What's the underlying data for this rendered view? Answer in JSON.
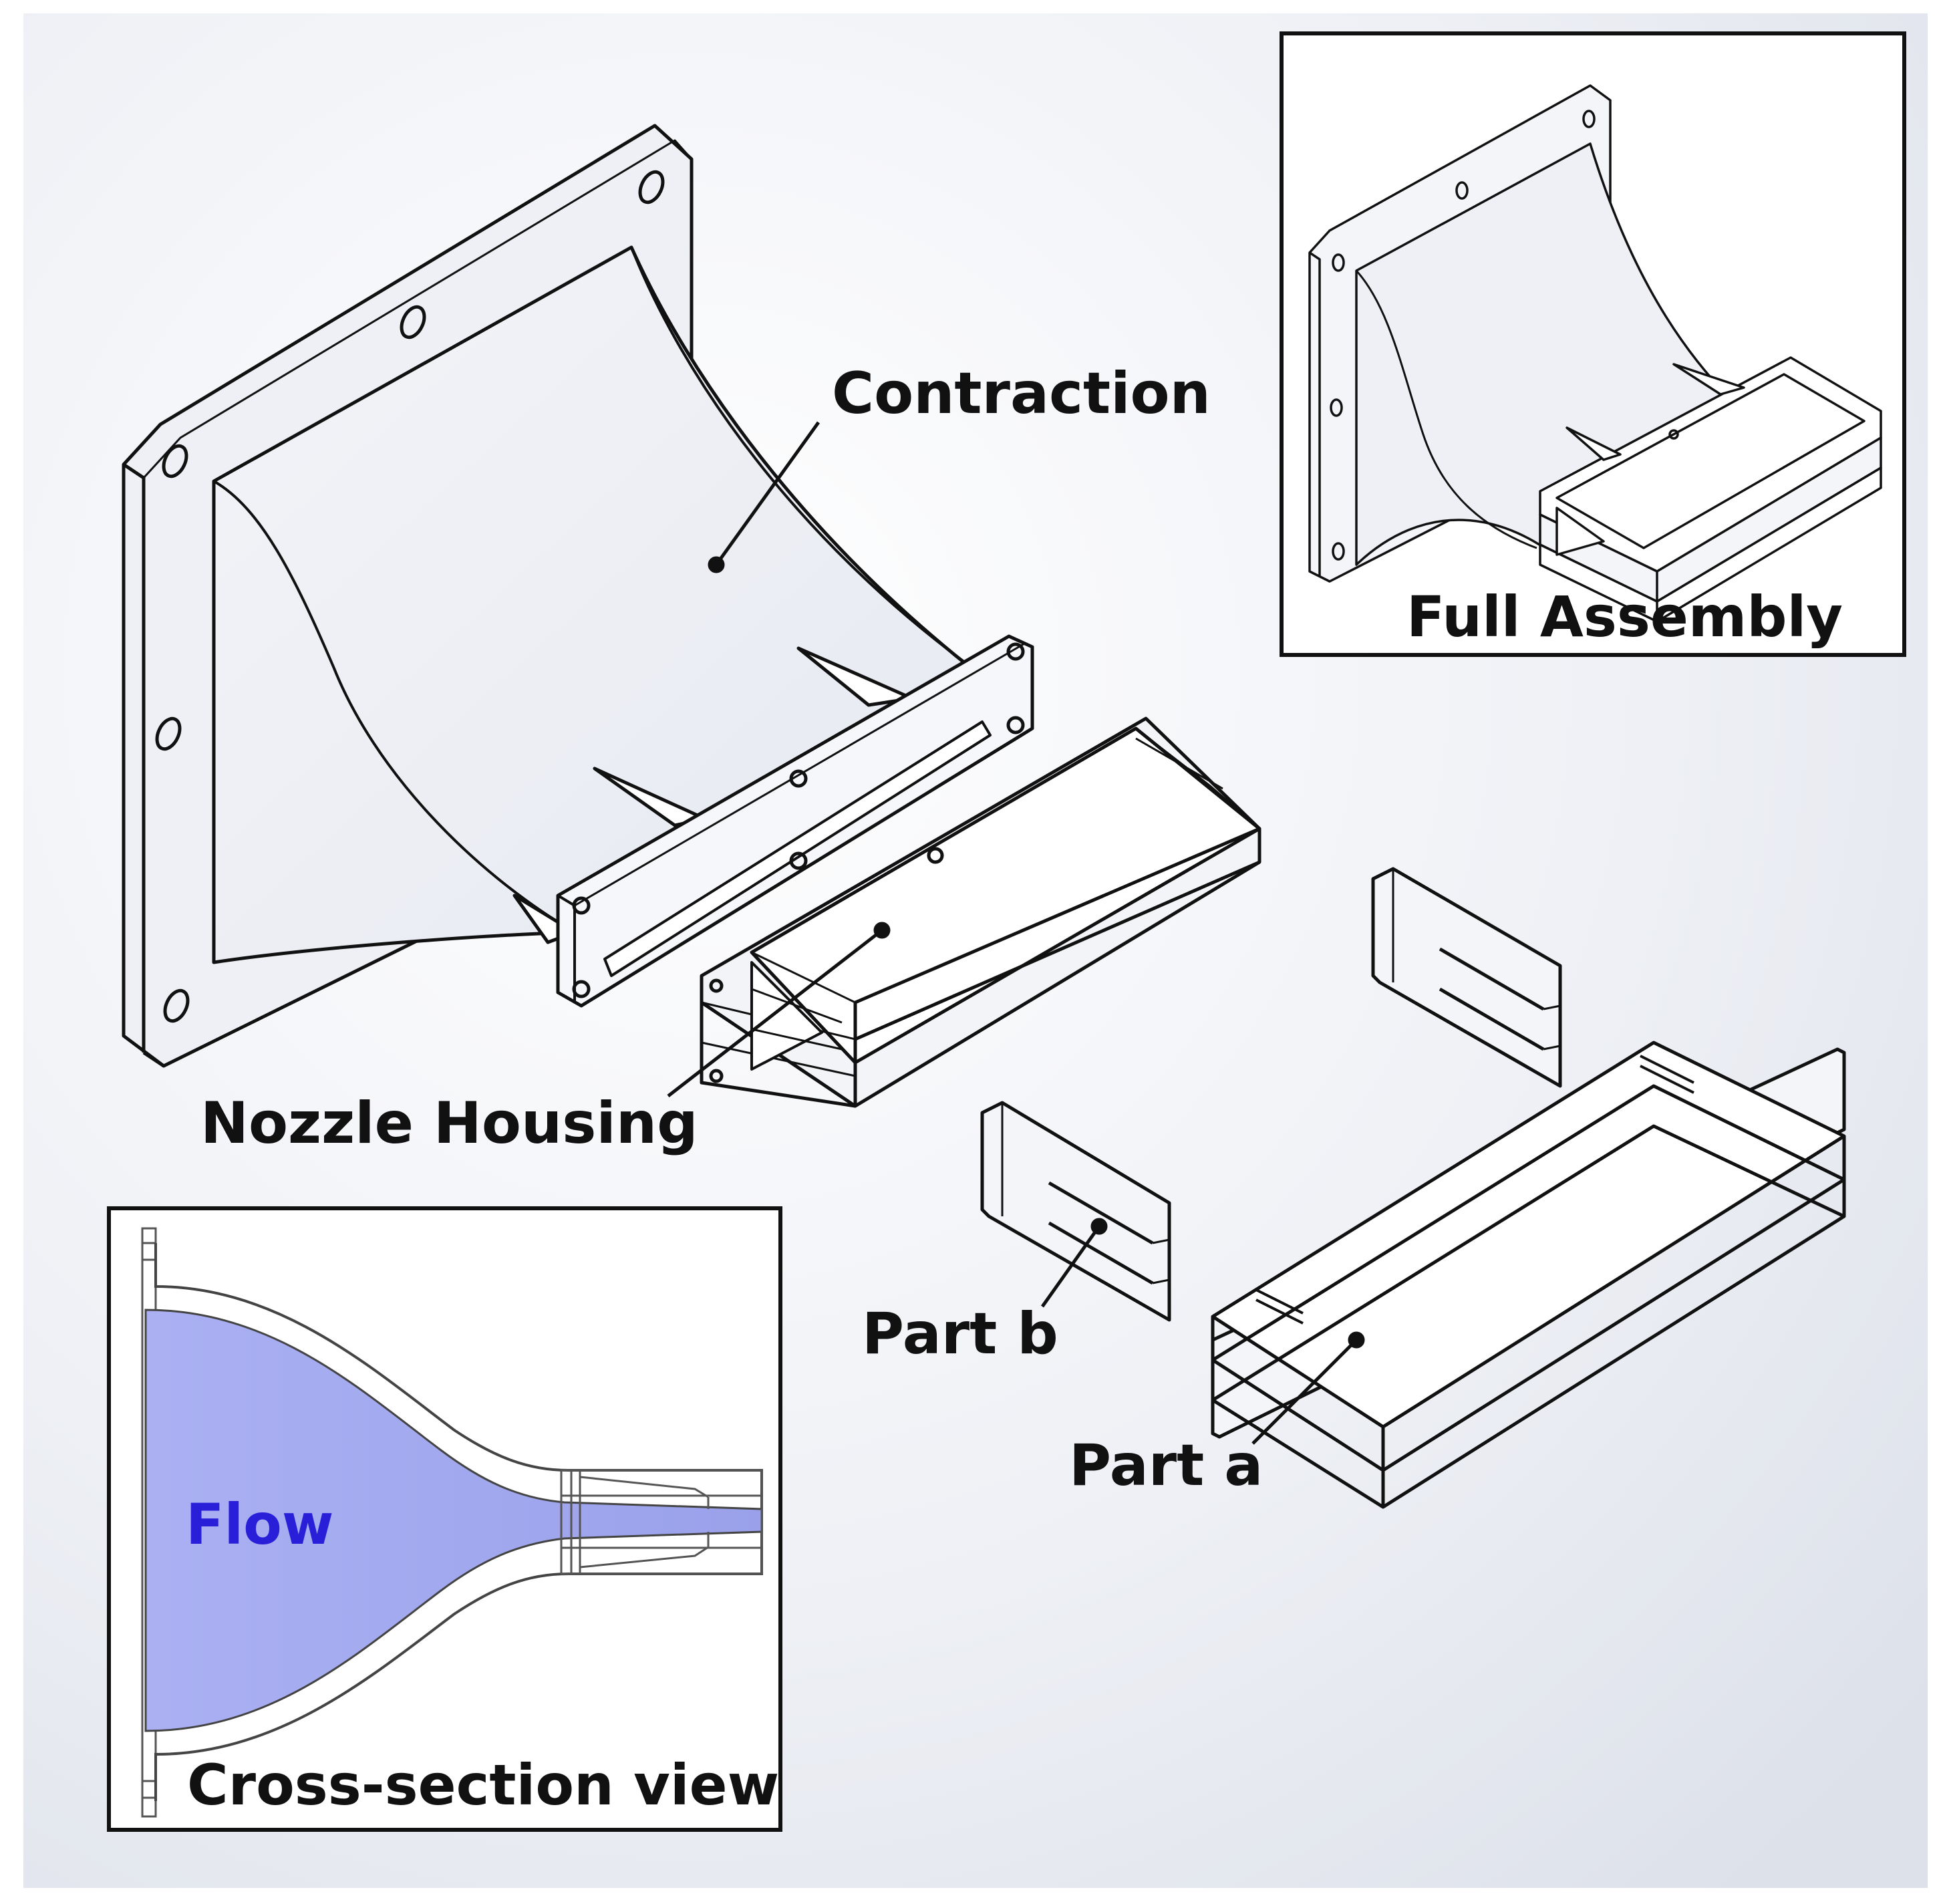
{
  "labels": {
    "contraction": "Contraction",
    "nozzle_housing": "Nozzle Housing",
    "part_a": "Part a",
    "part_b": "Part b",
    "full_assembly": "Full Assembly",
    "cross_section": "Cross-section view",
    "flow": "Flow"
  },
  "colors": {
    "flow_fill": "#aaaef0",
    "flow_text": "#2a1fd8",
    "line": "#111111",
    "part_face": "#f4f5f8",
    "background_shade": "#dde1ea"
  }
}
